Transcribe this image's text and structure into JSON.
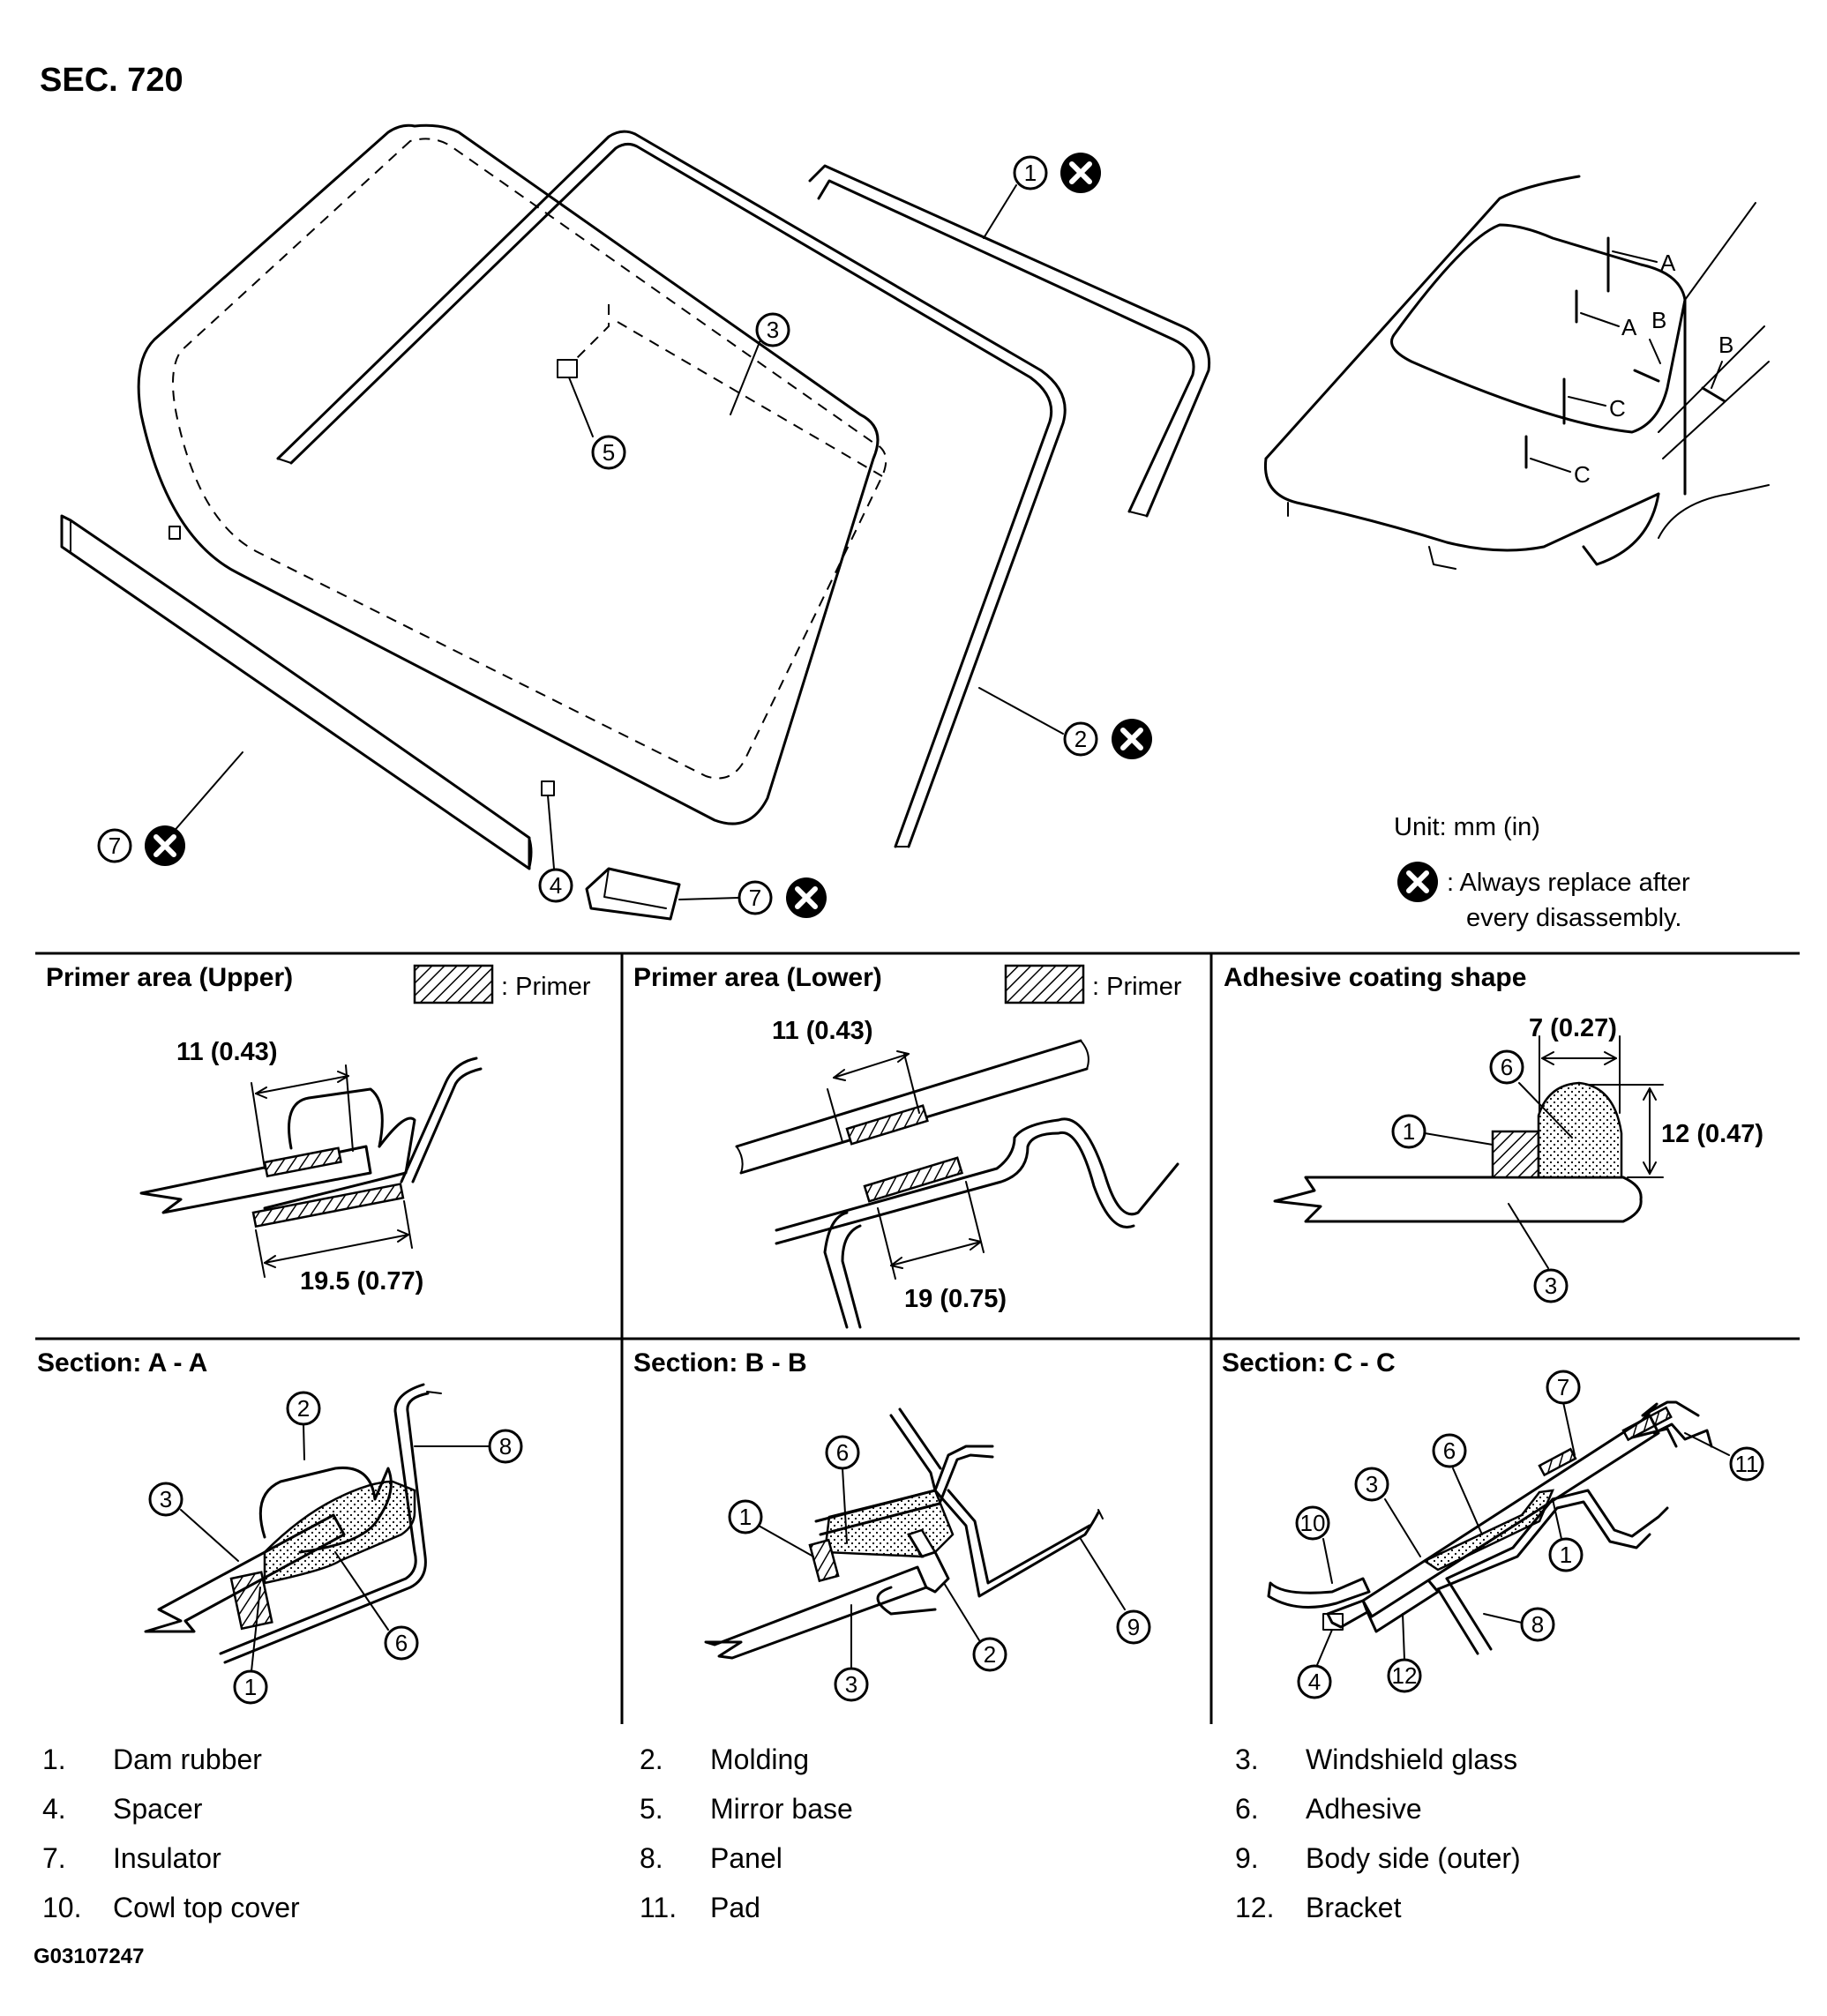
{
  "section_title": "SEC. 720",
  "unit_note": "Unit: mm (in)",
  "replace_note": {
    "line1": ": Always replace after",
    "line2": "every disassembly."
  },
  "callouts": {
    "n1": "1",
    "n2": "2",
    "n3": "3",
    "n4": "4",
    "n5": "5",
    "n6": "6",
    "n7": "7",
    "n8": "8",
    "n9": "9",
    "n10": "10",
    "n11": "11",
    "n12": "12"
  },
  "car_view": {
    "A": "A",
    "B": "B",
    "C": "C"
  },
  "primer_legend": ": Primer",
  "panels": {
    "primer_upper": {
      "title": "Primer area (Upper)",
      "dim1": "11 (0.43)",
      "dim2": "19.5 (0.77)"
    },
    "primer_lower": {
      "title": "Primer area (Lower)",
      "dim1": "11 (0.43)",
      "dim2": "19 (0.75)"
    },
    "adhesive": {
      "title": "Adhesive coating shape",
      "dim_width": "7 (0.27)",
      "dim_height": "12 (0.47)"
    },
    "section_a": {
      "title": "Section: A - A"
    },
    "section_b": {
      "title": "Section: B - B"
    },
    "section_c": {
      "title": "Section: C - C"
    }
  },
  "legend": [
    {
      "num": "1.",
      "label": "Dam rubber"
    },
    {
      "num": "2.",
      "label": "Molding"
    },
    {
      "num": "3.",
      "label": "Windshield glass"
    },
    {
      "num": "4.",
      "label": "Spacer"
    },
    {
      "num": "5.",
      "label": "Mirror base"
    },
    {
      "num": "6.",
      "label": "Adhesive"
    },
    {
      "num": "7.",
      "label": "Insulator"
    },
    {
      "num": "8.",
      "label": "Panel"
    },
    {
      "num": "9.",
      "label": "Body side (outer)"
    },
    {
      "num": "10.",
      "label": "Cowl top cover"
    },
    {
      "num": "11.",
      "label": "Pad"
    },
    {
      "num": "12.",
      "label": "Bracket"
    }
  ],
  "figure_code": "G03107247"
}
